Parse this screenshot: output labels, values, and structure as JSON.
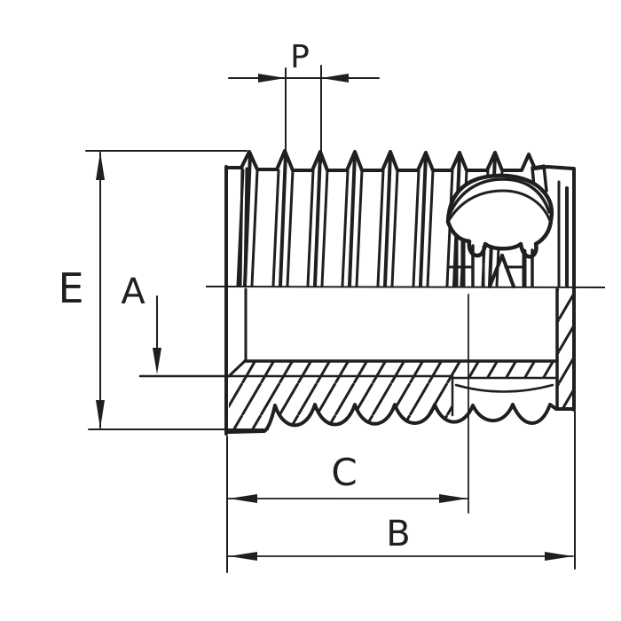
{
  "drawing": {
    "background": "#ffffff",
    "ink_color": "#1f1f1f",
    "description": "Cross-section technical drawing of a self-tapping threaded insert with cutting hole",
    "labels": {
      "pitch": "P",
      "outer_diameter": "E",
      "internal_thread": "A",
      "thread_length": "C",
      "overall_length": "B"
    }
  }
}
